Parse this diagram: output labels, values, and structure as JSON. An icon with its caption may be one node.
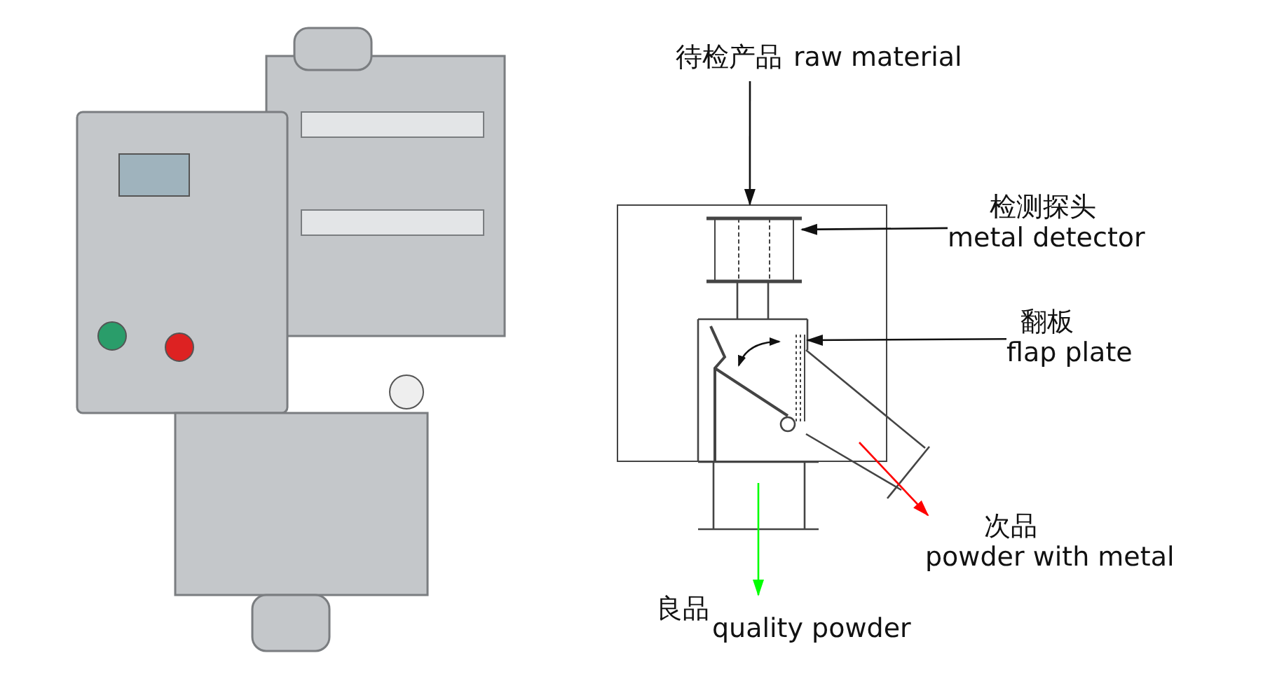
{
  "diagram": {
    "nodes": [
      {
        "text": [],
        "shape": "picture"
      },
      {
        "text": [
          "待检产品",
          "raw material"
        ]
      },
      {
        "text": [],
        "shape": "box"
      },
      {
        "text": [],
        "shape": "box",
        "in": 2
      },
      {
        "text": [
          "检测探头",
          "metal detector"
        ]
      },
      {
        "text": [],
        "shape": "bar",
        "in": 2
      },
      {
        "text": [
          "翻板",
          "flap plate"
        ]
      },
      {
        "text": [
          "次品",
          "powder with metal"
        ]
      },
      {
        "text": [
          "良品",
          "quality powder"
        ]
      }
    ],
    "edges": [
      {
        "from": 1,
        "to": 2,
        "arrow": "to"
      },
      {
        "from": 4,
        "to": 3,
        "arrow": "to"
      },
      {
        "from": 6,
        "to": 5,
        "arrow": "to"
      },
      {
        "from": null,
        "to": 7,
        "arrow": "to",
        "color": "#ff0000"
      },
      {
        "from": null,
        "to": 8,
        "arrow": "to",
        "color": "#00ff00"
      }
    ]
  }
}
